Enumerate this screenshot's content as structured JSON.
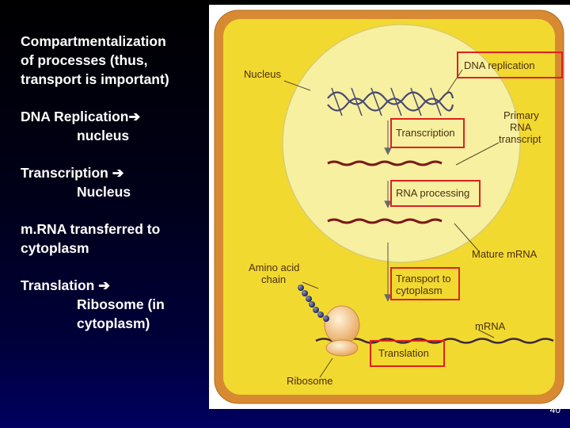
{
  "slide": {
    "bullets": [
      {
        "lines": [
          "Compartmentalization",
          "of processes (thus,",
          "transport is important)"
        ]
      },
      {
        "first": "DNA Replication",
        "second": "nucleus"
      },
      {
        "first": "Transcription ",
        "second": "Nucleus"
      },
      {
        "lines": [
          "m.RNA transferred to",
          "cytoplasm"
        ]
      },
      {
        "first": "Translation ",
        "second": "Ribosome (in",
        "third": "cytoplasm)"
      }
    ],
    "arrow_glyph": "➔",
    "page_number": "40"
  },
  "diagram": {
    "labels": {
      "nucleus": "Nucleus",
      "dna_replication": "DNA replication",
      "transcription": "Transcription",
      "primary_rna_1": "Primary",
      "primary_rna_2": "RNA",
      "primary_rna_3": "transcript",
      "rna_processing": "RNA processing",
      "mature_mrna": "Mature mRNA",
      "amino_acid_1": "Amino acid",
      "amino_acid_2": "chain",
      "transport_1": "Transport to",
      "transport_2": "cytoplasm",
      "mrna": "mRNA",
      "translation": "Translation",
      "ribosome": "Ribosome"
    },
    "colors": {
      "cytoplasm": "#f2d930",
      "cell_wall": "#d88a32",
      "nucleus": "#f7f0a0",
      "highlight_box": "#e02020",
      "rna_strand": "#7a1a1a",
      "ribosome": "#f3c98e",
      "amino_acid": "#303a6a"
    }
  }
}
